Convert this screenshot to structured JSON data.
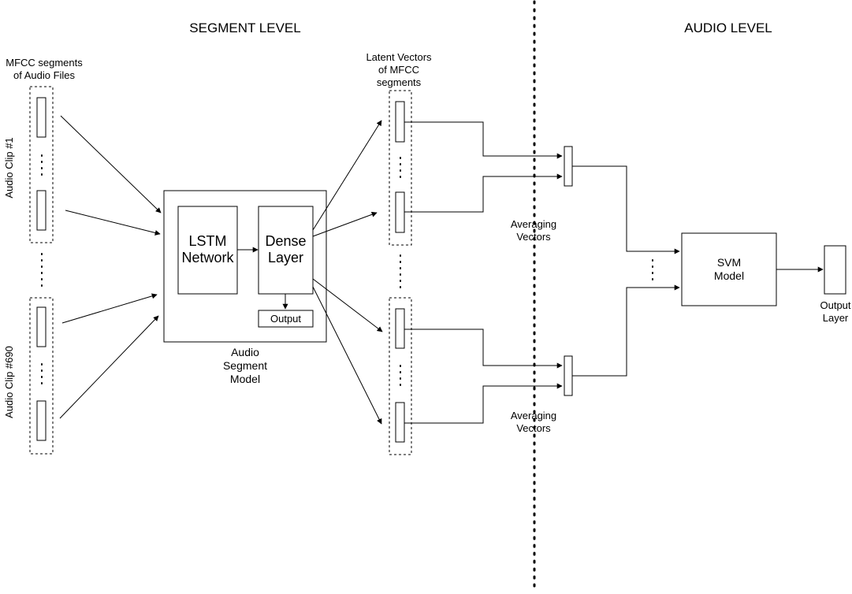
{
  "headers": {
    "segment_level": "SEGMENT LEVEL",
    "audio_level": "AUDIO LEVEL"
  },
  "labels": {
    "mfcc_segments_line1": "MFCC segments",
    "mfcc_segments_line2": "of Audio Files",
    "audio_clip_1": "Audio Clip #1",
    "audio_clip_690": "Audio Clip  #690",
    "latent_line1": "Latent Vectors",
    "latent_line2": "of MFCC",
    "latent_line3": "segments",
    "averaging_top_line1": "Averaging",
    "averaging_top_line2": "Vectors",
    "averaging_bottom_line1": "Averaging",
    "averaging_bottom_line2": "Vectors",
    "model_line1": "Audio",
    "model_line2": "Segment",
    "model_line3": "Model",
    "output_layer_line1": "Output",
    "output_layer_line2": "Layer"
  },
  "boxes": {
    "lstm_line1": "LSTM",
    "lstm_line2": "Network",
    "dense_line1": "Dense",
    "dense_line2": "Layer",
    "output": "Output",
    "svm_line1": "SVM",
    "svm_line2": "Model"
  }
}
